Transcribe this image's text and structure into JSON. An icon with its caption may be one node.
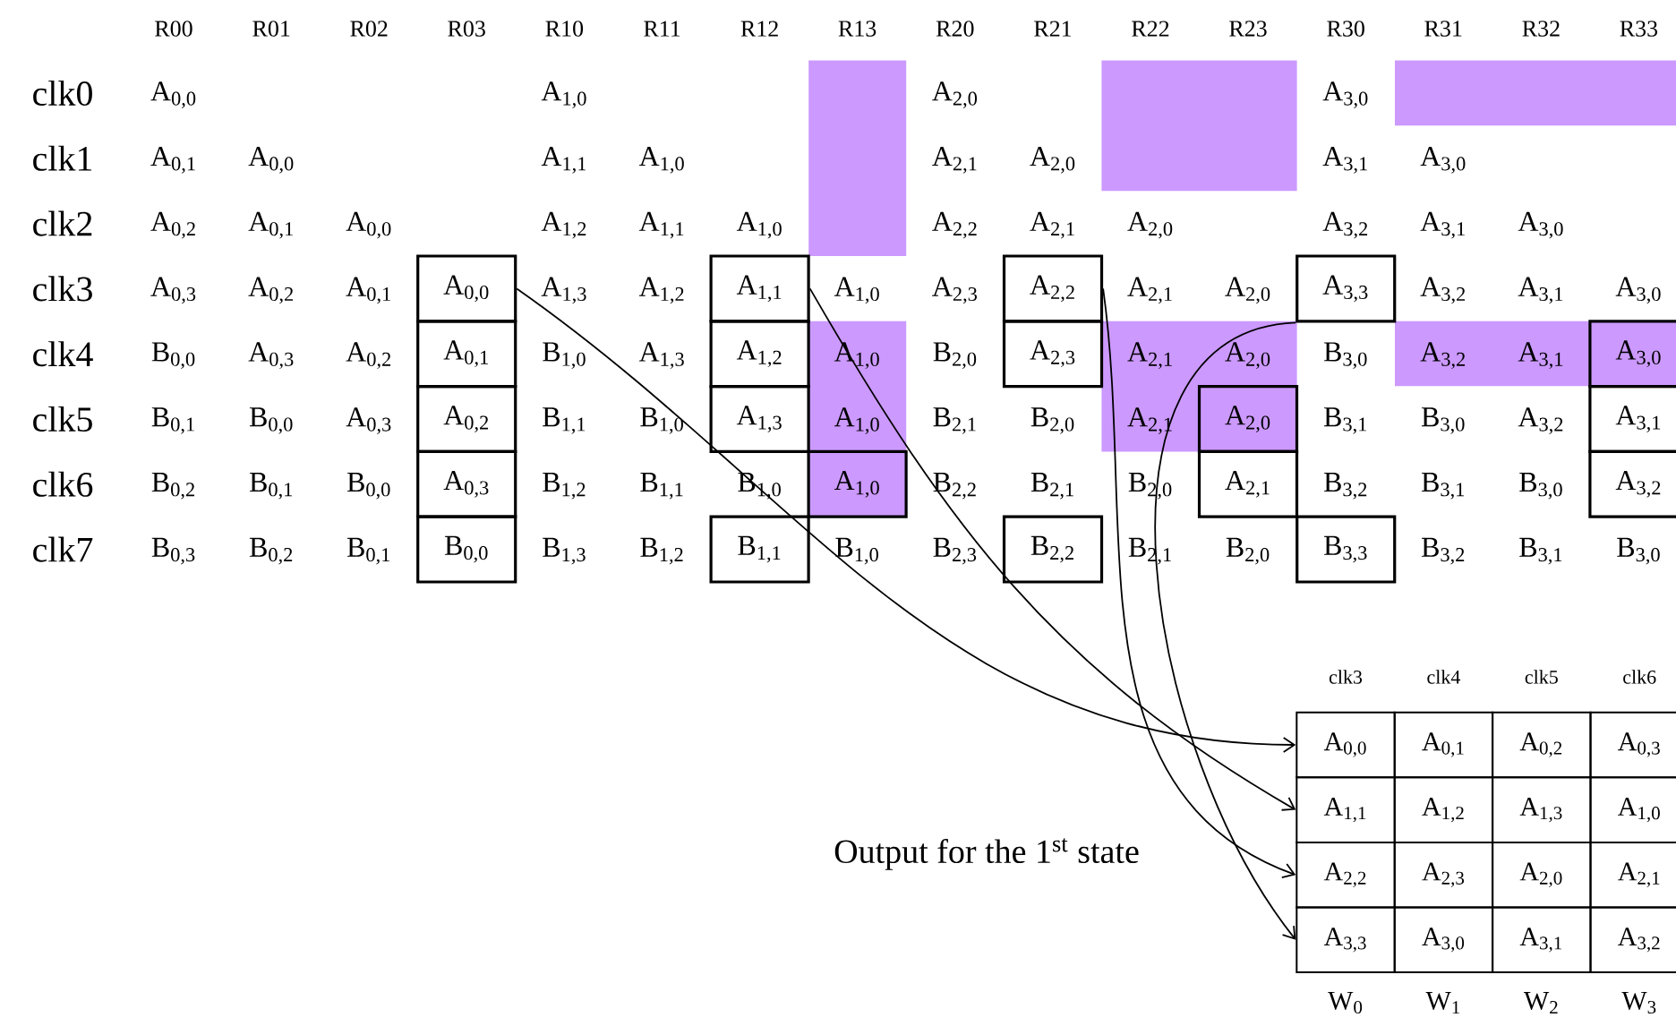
{
  "diagram": {
    "nodes": [
      {
        "text": [
          "A$_{0,0}$"
        ]
      },
      {
        "text": [
          "A$_{1,1}$"
        ]
      },
      {
        "text": [
          "A$_{2,2}$"
        ]
      },
      {
        "text": [
          "A$_{3,3}$"
        ]
      },
      {
        "text": [
          "A$_{0,1}$"
        ]
      },
      {
        "text": [
          "A$_{1,2}$"
        ]
      },
      {
        "text": [
          "A$_{2,3}$"
        ]
      },
      {
        "text": [
          "A$_{3,0}$"
        ]
      },
      {
        "text": [
          "A$_{0,2}$"
        ]
      },
      {
        "text": [
          "A$_{1,3}$"
        ]
      },
      {
        "text": [
          "A$_{2,0}$"
        ]
      },
      {
        "text": [
          "A$_{3,1}$"
        ]
      },
      {
        "text": [
          "A$_{0,3}$"
        ]
      },
      {
        "text": [
          "A$_{1,0}$"
        ]
      },
      {
        "text": [
          "A$_{2,1}$"
        ]
      },
      {
        "text": [
          "A$_{3,2}$"
        ]
      },
      {
        "text": [
          "B$_{0,0}$"
        ]
      },
      {
        "text": [
          "B$_{1,1}$"
        ]
      },
      {
        "text": [
          "B$_{2,2}$"
        ]
      },
      {
        "text": [
          "B$_{3,3}$"
        ]
      },
      {
        "text": [
          "A$_{0,0}$"
        ]
      },
      {
        "text": [
          "A$_{0,1}$"
        ]
      },
      {
        "text": [
          "A$_{0,2}$"
        ]
      },
      {
        "text": [
          "A$_{0,3}$"
        ]
      },
      {
        "text": [
          "A$_{1,1}$"
        ]
      },
      {
        "text": [
          "A$_{1,2}$"
        ]
      },
      {
        "text": [
          "A$_{1,3}$"
        ]
      },
      {
        "text": [
          "A$_{1,0}$"
        ]
      },
      {
        "text": [
          "A$_{2,2}$"
        ]
      },
      {
        "text": [
          "A$_{2,3}$"
        ]
      },
      {
        "text": [
          "A$_{2,0}$"
        ]
      },
      {
        "text": [
          "A$_{2,1}$"
        ]
      },
      {
        "text": [
          "A$_{3,3}$"
        ]
      },
      {
        "text": [
          "A$_{3,0}$"
        ]
      },
      {
        "text": [
          "A$_{3,1}$"
        ]
      },
      {
        "text": [
          "A$_{3,2}$"
        ]
      }
    ],
    "edges": [
      {
        "from": 0,
        "to": 20,
        "arrow": "to"
      },
      {
        "from": 1,
        "to": 24,
        "arrow": "to"
      },
      {
        "from": 2,
        "to": 28,
        "arrow": "to"
      },
      {
        "from": 3,
        "to": 32,
        "arrow": "to"
      }
    ],
    "labels": [
      "R00",
      "R01",
      "R02",
      "R03",
      "R10",
      "R11",
      "R12",
      "R13",
      "R20",
      "R21",
      "R22",
      "R23",
      "R30",
      "R31",
      "R32",
      "R33",
      "clk0",
      "A$_{0,0}$",
      "A$_{1,0}$",
      "A$_{2,0}$",
      "A$_{3,0}$",
      "clk1",
      "A$_{0,1}$",
      "A$_{0,0}$",
      "A$_{1,1}$",
      "A$_{1,0}$",
      "A$_{2,1}$",
      "A$_{2,0}$",
      "A$_{3,1}$",
      "A$_{3,0}$",
      "clk2",
      "A$_{0,2}$",
      "A$_{0,1}$",
      "A$_{0,0}$",
      "A$_{1,2}$",
      "A$_{1,1}$",
      "A$_{1,0}$",
      "A$_{2,2}$",
      "A$_{2,1}$",
      "A$_{2,0}$",
      "A$_{3,2}$",
      "A$_{3,1}$",
      "A$_{3,0}$",
      "clk3",
      "A$_{0,3}$",
      "A$_{0,2}$",
      "A$_{0,1}$",
      "A$_{1,3}$",
      "A$_{1,2}$",
      "A$_{1,0}$",
      "A$_{2,3}$",
      "A$_{2,1}$",
      "A$_{2,0}$",
      "A$_{3,2}$",
      "A$_{3,1}$",
      "A$_{3,0}$",
      "clk4",
      "B$_{0,0}$",
      "A$_{0,3}$",
      "A$_{0,2}$",
      "B$_{1,0}$",
      "A$_{1,3}$",
      "A$_{1,0}$",
      "B$_{2,0}$",
      "A$_{2,1}$",
      "A$_{2,0}$",
      "B$_{3,0}$",
      "A$_{3,2}$",
      "A$_{3,1}$",
      "clk5",
      "B$_{0,1}$",
      "B$_{0,0}$",
      "A$_{0,3}$",
      "B$_{1,1}$",
      "B$_{1,0}$",
      "A$_{1,0}$",
      "B$_{2,1}$",
      "B$_{2,0}$",
      "A$_{2,1}$",
      "B$_{3,1}$",
      "B$_{3,0}$",
      "A$_{3,2}$",
      "clk6",
      "B$_{0,2}$",
      "B$_{0,1}$",
      "B$_{0,0}$",
      "B$_{1,2}$",
      "B$_{1,1}$",
      "B$_{1,0}$",
      "B$_{2,2}$",
      "B$_{2,1}$",
      "B$_{2,0}$",
      "B$_{3,2}$",
      "B$_{3,1}$",
      "B$_{3,0}$",
      "clk7",
      "B$_{0,3}$",
      "B$_{0,2}$",
      "B$_{0,1}$",
      "B$_{1,3}$",
      "B$_{1,2}$",
      "B$_{1,0}$",
      "B$_{2,3}$",
      "B$_{2,1}$",
      "B$_{2,0}$",
      "B$_{3,2}$",
      "B$_{3,1}$",
      "B$_{3,0}$",
      "clk3",
      "clk4",
      "clk5",
      "clk6",
      "Output for the 1$^{st}$ state",
      "W$_{0}$",
      "W$_{1}$",
      "W$_{2}$",
      "W$_{3}$"
    ]
  }
}
